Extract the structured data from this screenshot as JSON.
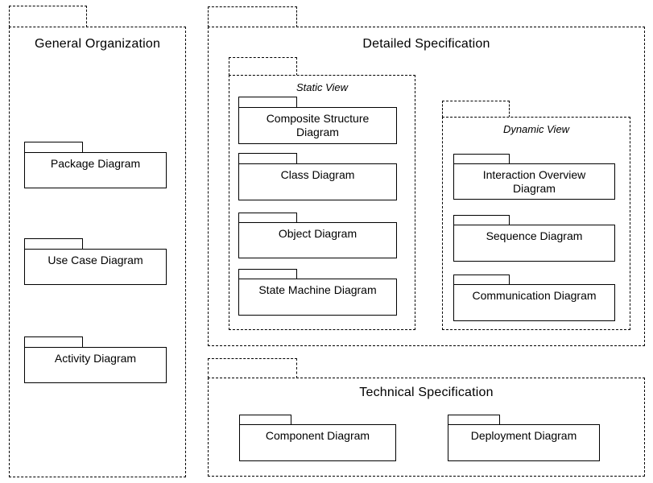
{
  "diagram": {
    "general_organization": {
      "title": "General Organization",
      "items": [
        "Package Diagram",
        "Use Case Diagram",
        "Activity Diagram"
      ]
    },
    "detailed_specification": {
      "title": "Detailed Specification",
      "static_view": {
        "title": "Static View",
        "items": [
          "Composite Structure Diagram",
          "Class Diagram",
          "Object Diagram",
          "State Machine Diagram"
        ]
      },
      "dynamic_view": {
        "title": "Dynamic View",
        "items": [
          "Interaction Overview Diagram",
          "Sequence Diagram",
          "Communication Diagram"
        ]
      }
    },
    "technical_specification": {
      "title": "Technical Specification",
      "items": [
        "Component Diagram",
        "Deployment Diagram"
      ]
    },
    "colors": {
      "line": "#000000",
      "background": "#ffffff",
      "text": "#000000"
    }
  }
}
